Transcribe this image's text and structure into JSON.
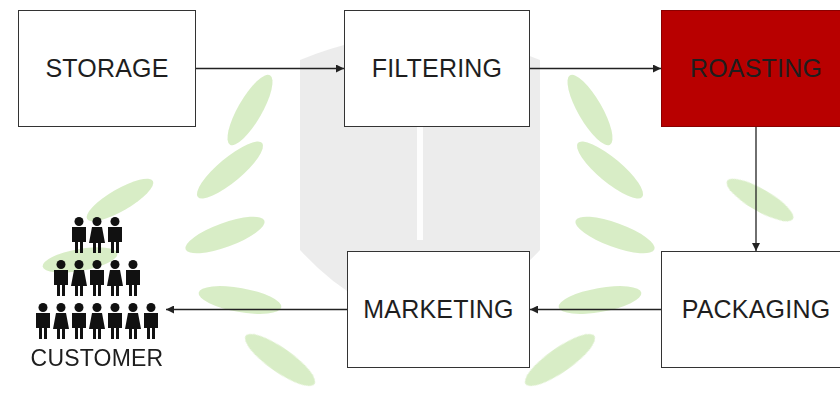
{
  "diagram": {
    "nodes": [
      {
        "text": [
          "STORAGE"
        ]
      },
      {
        "text": [
          "FILTERING"
        ]
      },
      {
        "text": [
          "ROASTING"
        ]
      },
      {
        "text": [
          "CUSTOMER"
        ]
      },
      {
        "text": [
          "MARKETING"
        ]
      },
      {
        "text": [
          "PACKAGING"
        ]
      }
    ],
    "edges": [
      {
        "from": 0,
        "to": 1,
        "arrow": "to"
      },
      {
        "from": 1,
        "to": 2,
        "arrow": "to"
      },
      {
        "from": 2,
        "to": 5,
        "arrow": "to"
      },
      {
        "from": 5,
        "to": 4,
        "arrow": "to"
      },
      {
        "from": 4,
        "to": 3,
        "arrow": "to"
      }
    ]
  }
}
